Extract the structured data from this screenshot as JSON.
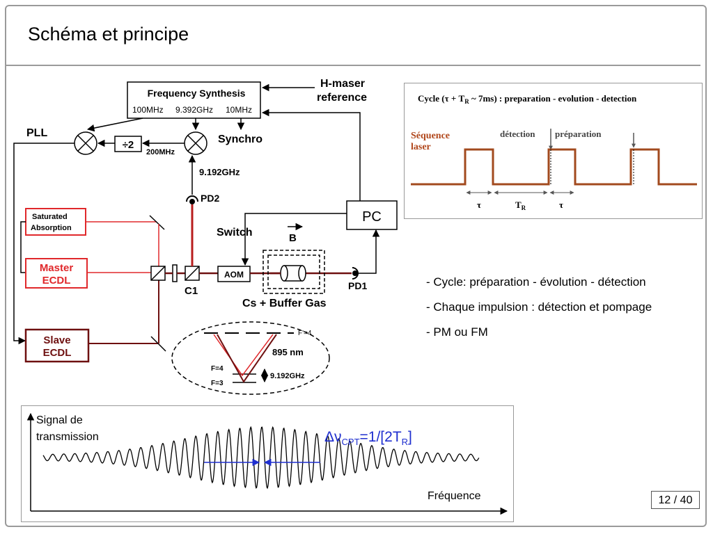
{
  "title": "Schéma et principe",
  "page_number": "12 / 40",
  "bullets": [
    "- Cycle: préparation - évolution - détection",
    "- Chaque impulsion : détection et pompage",
    "- PM ou FM"
  ],
  "diagram": {
    "freq_synth": "Frequency Synthesis",
    "f100": "100MHz",
    "f9392": "9.392GHz",
    "f10": "10MHz",
    "hmaser_1": "H-maser",
    "hmaser_2": "reference",
    "pll": "PLL",
    "div2": "÷2",
    "f200": "200MHz",
    "synchro": "Synchro",
    "f9192": "9.192GHz",
    "pd2": "PD2",
    "sat_abs_1": "Saturated",
    "sat_abs_2": "Absorption",
    "master_1": "Master",
    "master_2": "ECDL",
    "slave_1": "Slave",
    "slave_2": "ECDL",
    "c1": "C1",
    "aom": "AOM",
    "switch": "Switch",
    "bfield": "B",
    "pc": "PC",
    "pd1": "PD1",
    "cs": "Cs + Buffer Gas",
    "fprime": "F'=4",
    "nm895": "895 nm",
    "f4": "F=4",
    "f3": "F=3",
    "hf": "9.192GHz"
  },
  "cycle": {
    "title_pre": "Cycle (τ + T",
    "title_sub": "R",
    "title_post": " ~ 7ms) : preparation - evolution - detection",
    "seq_1": "Séquence",
    "seq_2": "laser",
    "detection": "détection",
    "preparation": "préparation",
    "tau1": "τ",
    "tr": "T",
    "tr_sub": "R",
    "tau2": "τ"
  },
  "signal": {
    "ylabel_1": "Signal de",
    "ylabel_2": "transmission",
    "xlabel": "Fréquence",
    "delta": "Δν",
    "delta_sub1": "CPT",
    "delta_mid": "=1/[2T",
    "delta_sub2": "R",
    "delta_end": "]"
  },
  "colors": {
    "red": "#e0282b",
    "darkred": "#6e1010",
    "laser": "#b0461a",
    "blue": "#1f2fcf"
  }
}
